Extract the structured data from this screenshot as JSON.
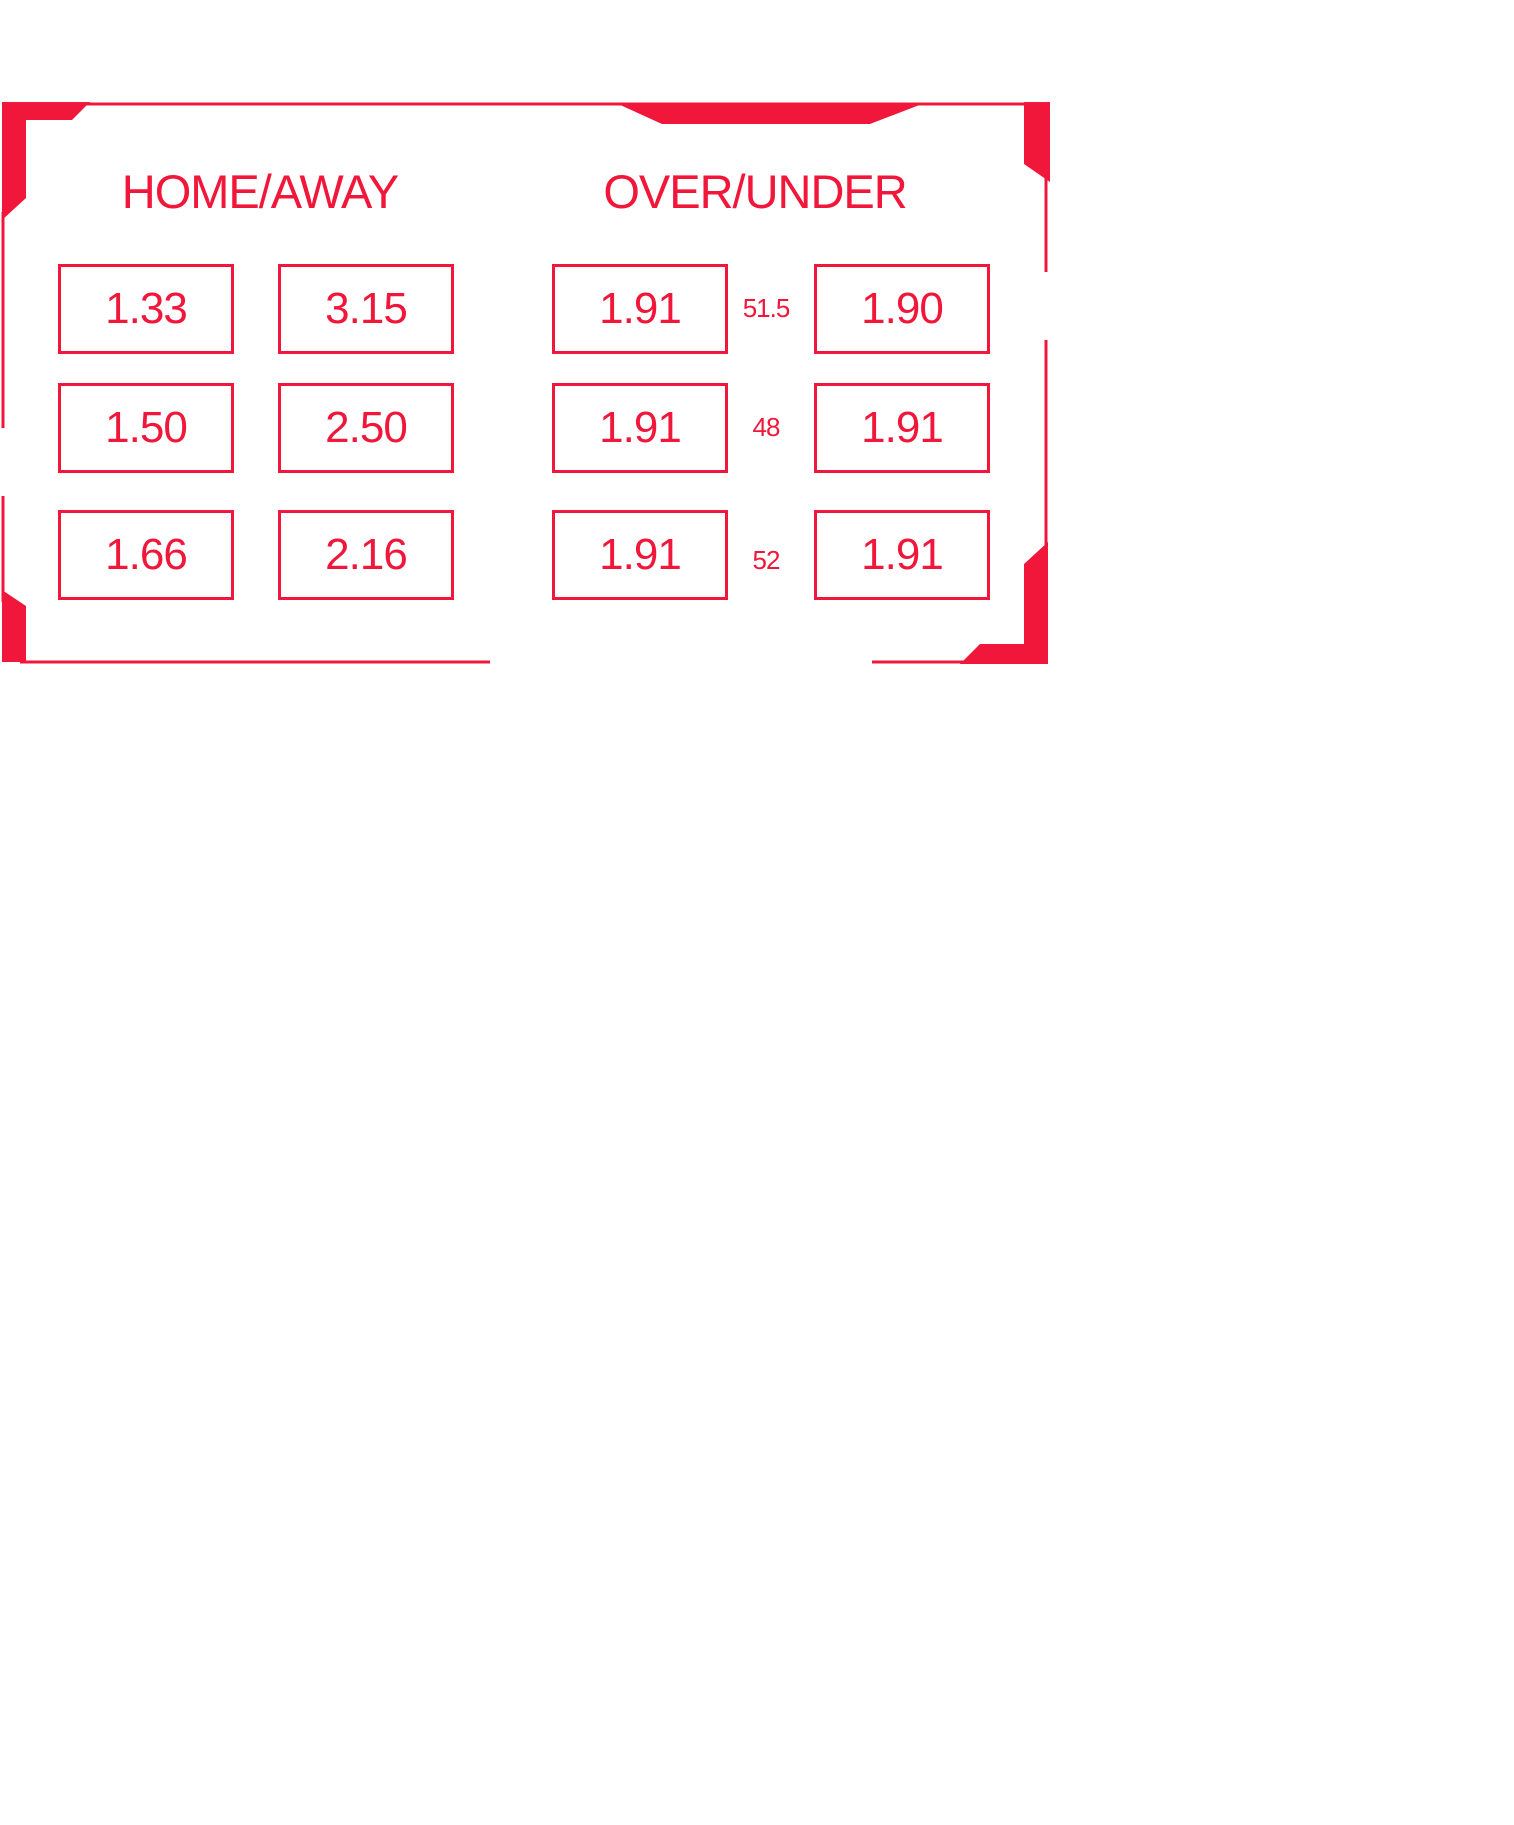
{
  "colors": {
    "accent": "#f0173a",
    "background": "#ffffff"
  },
  "home_away": {
    "title": "HOME/AWAY",
    "rows": [
      {
        "home": "1.33",
        "away": "3.15"
      },
      {
        "home": "1.50",
        "away": "2.50"
      },
      {
        "home": "1.66",
        "away": "2.16"
      }
    ]
  },
  "over_under": {
    "title": "OVER/UNDER",
    "rows": [
      {
        "over": "1.91",
        "line": "51.5",
        "under": "1.90"
      },
      {
        "over": "1.91",
        "line": "48",
        "under": "1.91"
      },
      {
        "over": "1.91",
        "line": "52",
        "under": "1.91"
      }
    ]
  }
}
